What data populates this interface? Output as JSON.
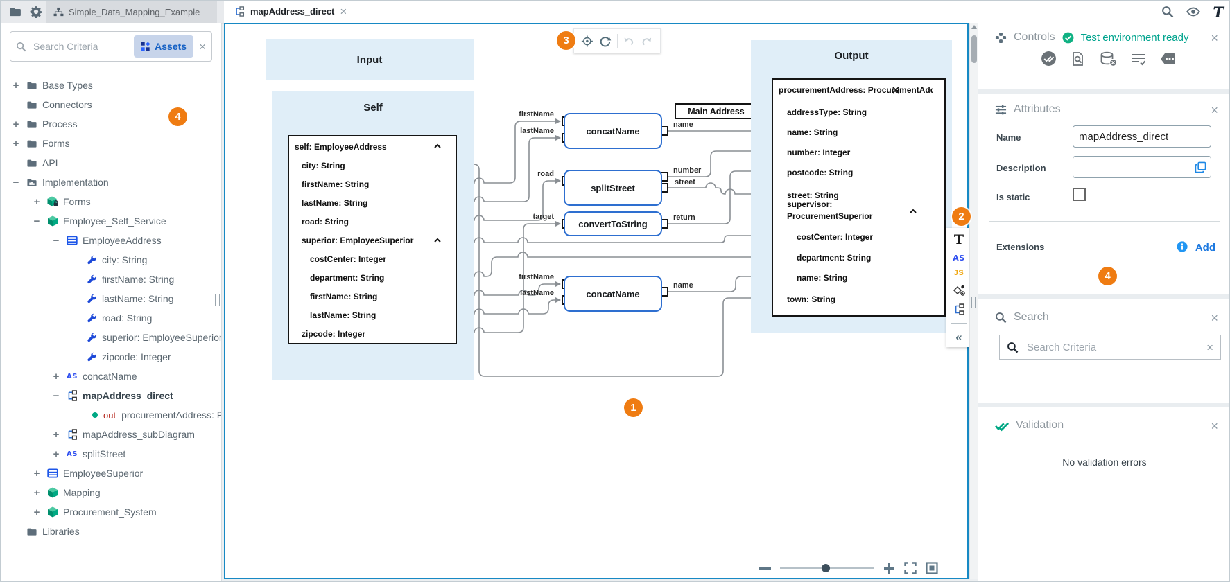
{
  "topbar": {
    "project_tab_label": "Simple_Data_Mapping_Example",
    "editor_tab_label": "mapAddress_direct",
    "logo_glyph": "T"
  },
  "icons": {
    "as": "AS",
    "js": "JS",
    "text_tool": "T",
    "collapse": "«"
  },
  "assets_panel": {
    "search_placeholder": "Search Criteria",
    "assets_button_label": "Assets",
    "tree": [
      {
        "exp": "+",
        "label": "Base Types"
      },
      {
        "exp": "",
        "label": "Connectors"
      },
      {
        "exp": "+",
        "label": "Process"
      },
      {
        "exp": "+",
        "label": "Forms"
      },
      {
        "exp": "",
        "label": "API"
      },
      {
        "exp": "−",
        "label": "Implementation"
      },
      {
        "exp": "+",
        "label": "Forms"
      },
      {
        "exp": "−",
        "label": "Employee_Self_Service"
      },
      {
        "exp": "−",
        "label": "EmployeeAddress"
      },
      {
        "exp": "",
        "label": "city: String"
      },
      {
        "exp": "",
        "label": "firstName: String"
      },
      {
        "exp": "",
        "label": "lastName: String"
      },
      {
        "exp": "",
        "label": "road: String"
      },
      {
        "exp": "",
        "label": "superior: EmployeeSuperior"
      },
      {
        "exp": "",
        "label": "zipcode: Integer"
      },
      {
        "exp": "+",
        "label": "concatName"
      },
      {
        "exp": "−",
        "label": "mapAddress_direct"
      },
      {
        "exp": "",
        "out_label": "out",
        "label": "procurementAddress: Proc"
      },
      {
        "exp": "+",
        "label": "mapAddress_subDiagram"
      },
      {
        "exp": "+",
        "label": "splitStreet"
      },
      {
        "exp": "+",
        "label": "EmployeeSuperior"
      },
      {
        "exp": "+",
        "label": "Mapping"
      },
      {
        "exp": "+",
        "label": "Procurement_System"
      },
      {
        "exp": "",
        "label": "Libraries"
      }
    ]
  },
  "badges": {
    "b1": "1",
    "b2": "2",
    "b3": "3",
    "b4": "4"
  },
  "canvas": {
    "input_title": "Input",
    "self_title": "Self",
    "output_title": "Output",
    "self_box": {
      "header": "self: EmployeeAddress",
      "fields": [
        "city: String",
        "firstName: String",
        "lastName: String",
        "road: String",
        "superior: EmployeeSuperior",
        "costCenter: Integer",
        "department: String",
        "firstName: String",
        "lastName: String",
        "zipcode: Integer"
      ]
    },
    "nodes": [
      "concatName",
      "splitStreet",
      "convertToString",
      "concatName"
    ],
    "constant_label": "Main Address",
    "wire_labels": {
      "in1": "firstName",
      "in2": "lastName",
      "in3": "road",
      "in4": "target",
      "in5": "firstName",
      "in6": "lastName",
      "out1": "name",
      "out2": "number",
      "out3": "street",
      "out4": "return",
      "out5": "name"
    },
    "output_box": {
      "header": "procurementAddress: ProcurementAddress",
      "fields": [
        "addressType: String",
        "name: String",
        "number: Integer",
        "postcode: String",
        "street: String",
        "supervisor: ProcurementSuperior",
        "costCenter: Integer",
        "department: String",
        "name: String",
        "town: String"
      ]
    }
  },
  "right_panel": {
    "controls": {
      "title": "Controls",
      "status": "Test environment ready"
    },
    "attributes": {
      "title": "Attributes",
      "name_label": "Name",
      "name_value": "mapAddress_direct",
      "description_label": "Description",
      "is_static_label": "Is static",
      "extensions_label": "Extensions",
      "add_label": "Add"
    },
    "search": {
      "title": "Search",
      "placeholder": "Search Criteria"
    },
    "validation": {
      "title": "Validation",
      "message": "No validation errors"
    }
  }
}
